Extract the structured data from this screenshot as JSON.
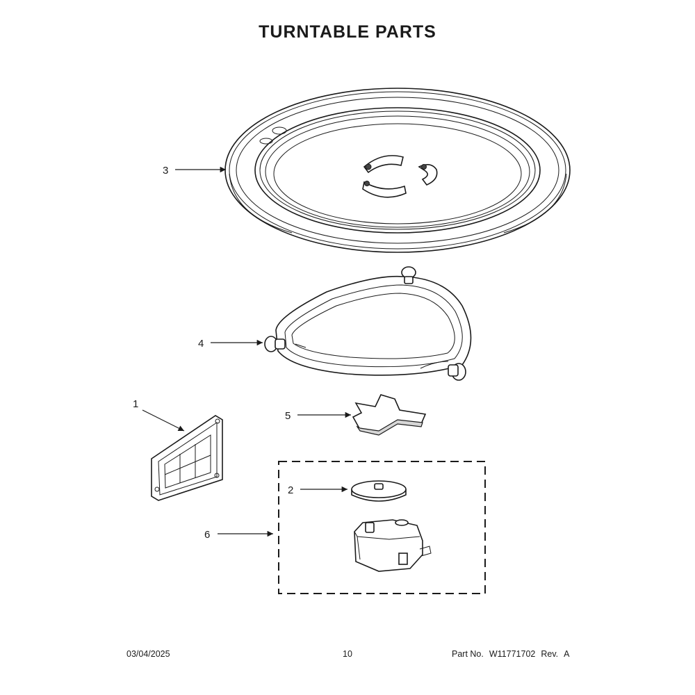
{
  "title": "TURNTABLE PARTS",
  "callouts": {
    "c1": "1",
    "c2": "2",
    "c3": "3",
    "c4": "4",
    "c5": "5",
    "c6": "6"
  },
  "footer": {
    "date": "03/04/2025",
    "page": "10",
    "part_label": "Part No.",
    "part_number": "W11771702",
    "rev_label": "Rev.",
    "rev": "A"
  }
}
